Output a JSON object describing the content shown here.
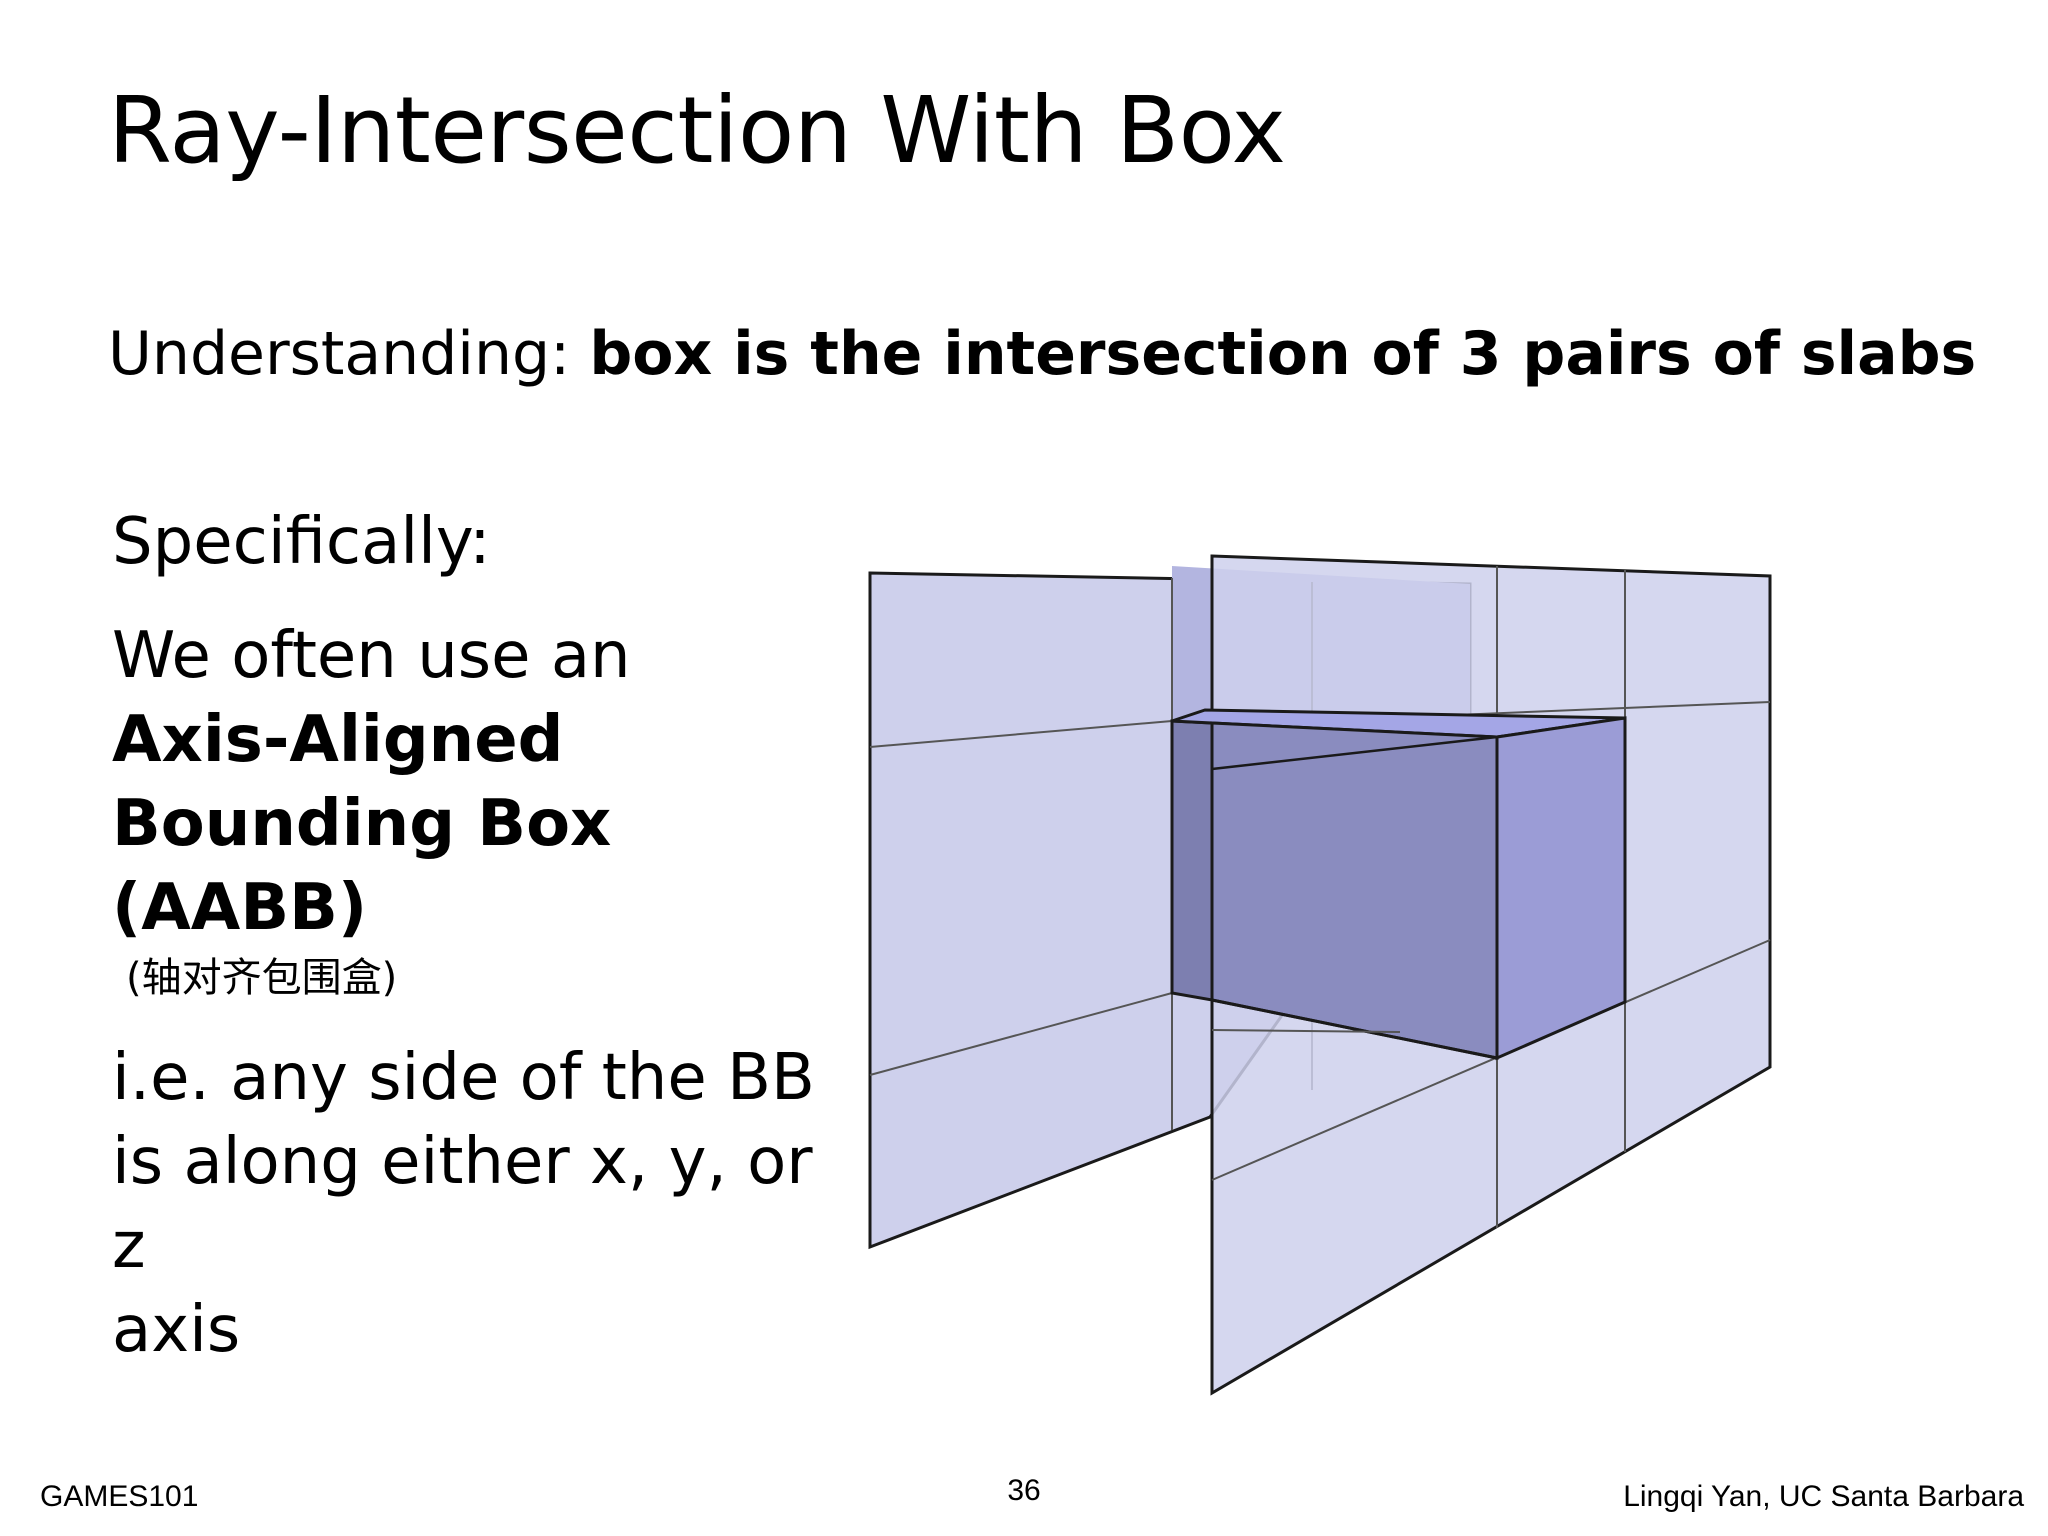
{
  "slide": {
    "title": "Ray-Intersection With Box",
    "understanding_prefix": "Understanding: ",
    "understanding_bold": "box is the intersection of 3 pairs of slabs",
    "specifically": "Specifically:",
    "use_line": "We often use an",
    "aabb_line1": "Axis-Aligned",
    "aabb_line2": "Bounding Box (AABB)",
    "cn_note": "(轴对齐包围盒)",
    "ie_line1": "i.e. any side of the BB",
    "ie_line2": "is along either x, y, or z",
    "ie_line3": "axis"
  },
  "footer": {
    "course": "GAMES101",
    "page_number": "36",
    "author": "Lingqi Yan, UC Santa Barbara"
  },
  "colors": {
    "slab_fill": "#ced0ec",
    "box_front": "#8a8cbf",
    "box_left": "#7d7fb0",
    "box_right": "#9b9cd6",
    "box_top": "#a4a6e6",
    "line": "#1a1a1a"
  }
}
